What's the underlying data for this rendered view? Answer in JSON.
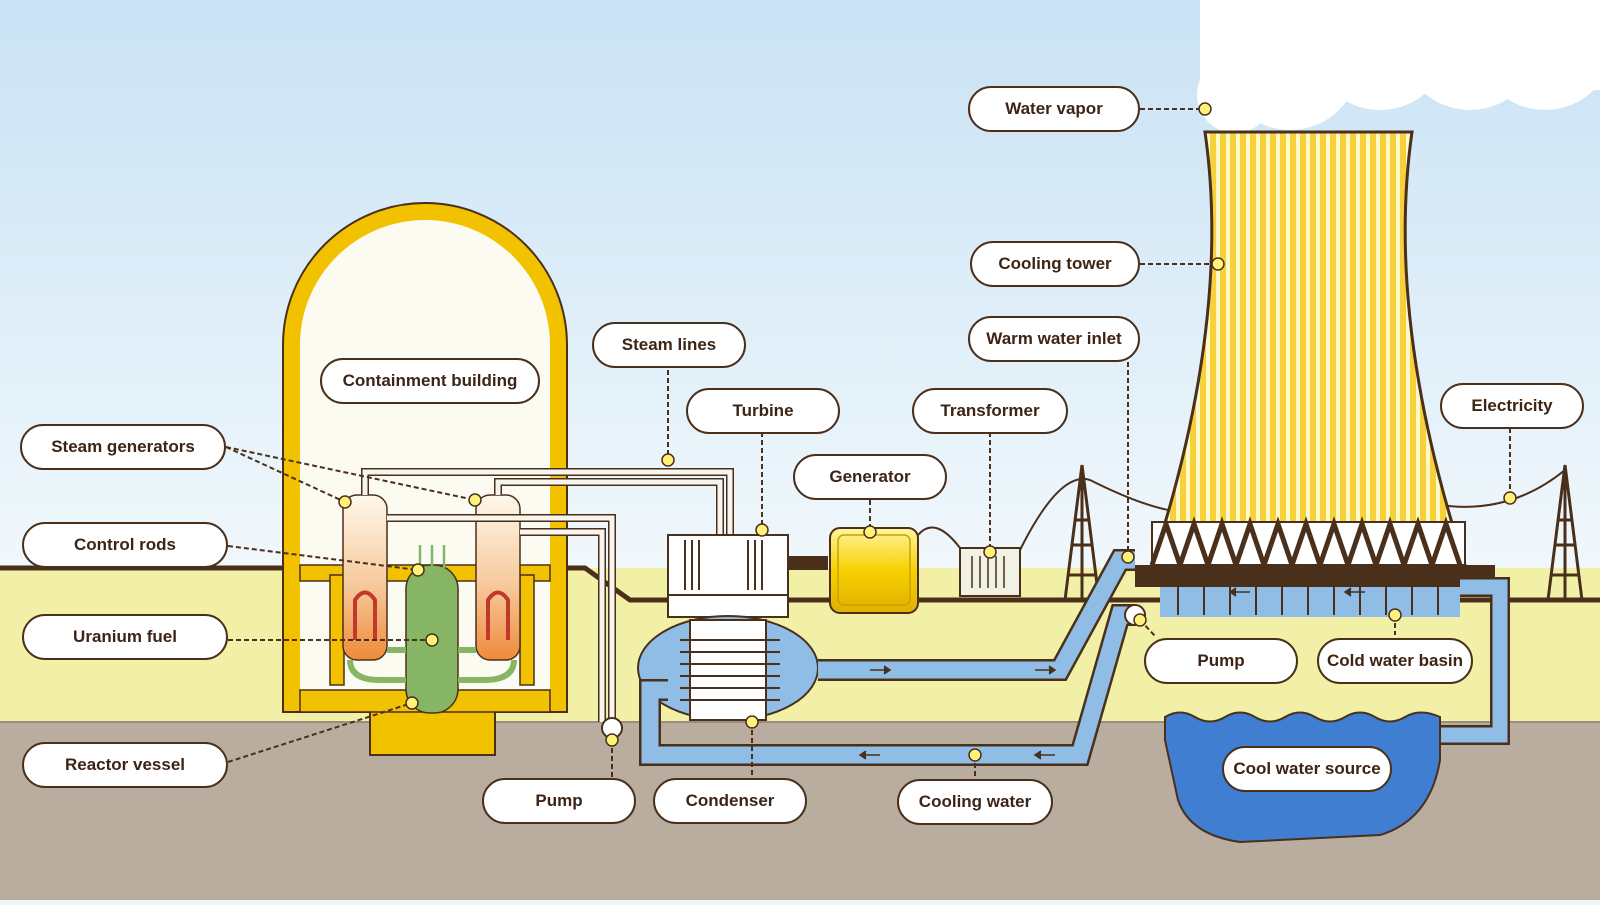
{
  "labels": {
    "containment_building": "Containment building",
    "steam_generators": "Steam generators",
    "control_rods": "Control rods",
    "uranium_fuel": "Uranium fuel",
    "reactor_vessel": "Reactor vessel",
    "steam_lines": "Steam lines",
    "turbine": "Turbine",
    "generator": "Generator",
    "transformer": "Transformer",
    "water_vapor": "Water vapor",
    "cooling_tower": "Cooling tower",
    "warm_water_inlet": "Warm water inlet",
    "electricity": "Electricity",
    "pump_left": "Pump",
    "condenser": "Condenser",
    "cooling_water": "Cooling water",
    "pump_right": "Pump",
    "cold_water_basin": "Cold water basin",
    "cool_water_source": "Cool water source"
  },
  "colors": {
    "sky": "#e6f2fa",
    "land": "#f2f0a6",
    "underground": "#b9ada0",
    "outline": "#4a2f1b",
    "containment": "#f2c200",
    "reactor_green": "#86b566",
    "water_blue": "#8fbde6",
    "deep_water": "#3f7ed1",
    "tower_yellow": "#f7d13a",
    "marker": "#fff27a"
  }
}
